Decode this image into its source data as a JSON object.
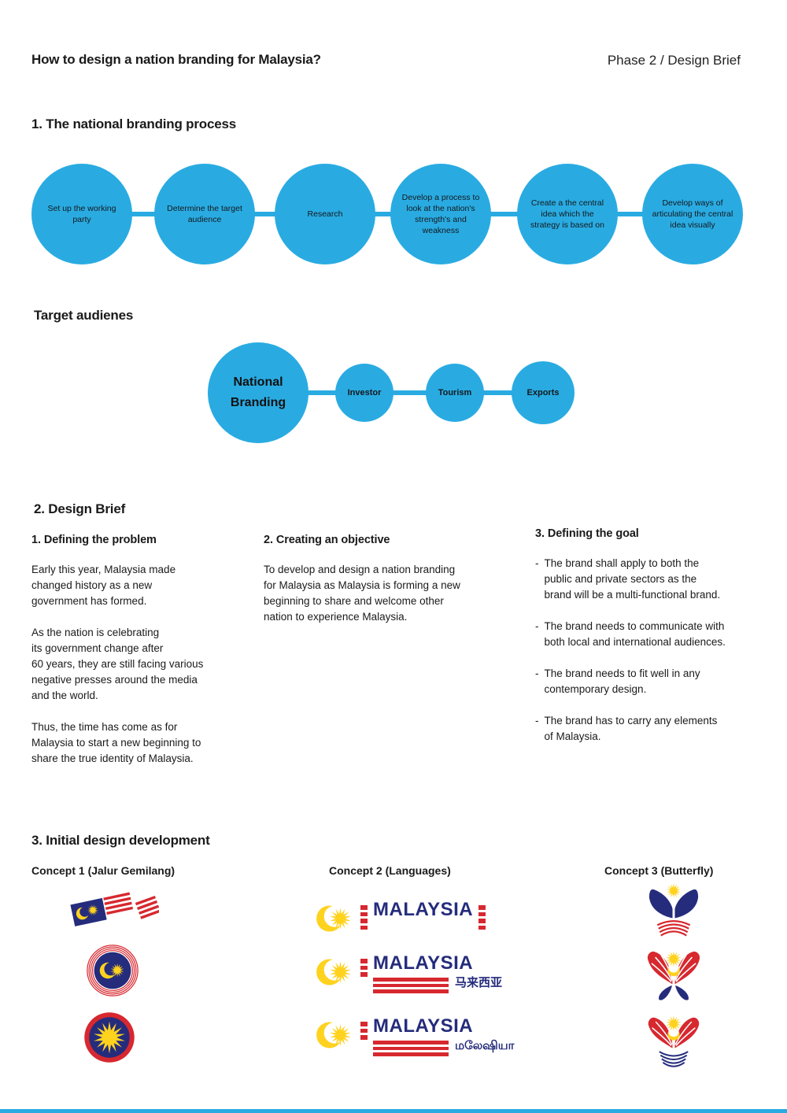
{
  "header": {
    "title": "How to design a nation branding for Malaysia?",
    "phase": "Phase 2 / Design Brief"
  },
  "process": {
    "heading": "1. The national branding process",
    "steps": [
      "Set up the working party",
      "Determine the target audience",
      "Research",
      "Develop a process to look at the nation's strength's and weakness",
      "Create a the central idea which the strategy is based on",
      "Develop ways of articulating the central idea visually"
    ]
  },
  "audience": {
    "heading": "Target audienes",
    "hub": "National Branding",
    "nodes": [
      "Investor",
      "Tourism",
      "Exports"
    ]
  },
  "brief": {
    "heading": "2. Design Brief",
    "dash": "-",
    "columns": [
      {
        "heading": "1. Defining the problem",
        "paragraphs": [
          "Early this year, Malaysia made\nchanged history as a new\ngovernment has formed.",
          "As the nation is celebrating\nits government change after\n60 years, they are still facing various\nnegative presses around the media\nand the world.",
          "Thus, the time has come as for\nMalaysia to start a new beginning to\nshare the true identity of Malaysia."
        ]
      },
      {
        "heading": "2. Creating an objective",
        "paragraphs": [
          "To develop and design a nation branding\nfor Malaysia as Malaysia is forming a new\nbeginning to share and welcome other\nnation to experience Malaysia."
        ]
      },
      {
        "heading": "3. Defining the goal",
        "bullets": [
          "The brand shall apply to both the\npublic and private sectors as the\nbrand will be a multi-functional brand.",
          "The brand needs to communicate with\nboth local and international audiences.",
          "The brand needs to fit well in any\ncontemporary design.",
          "The brand has to carry any elements\nof Malaysia."
        ]
      }
    ]
  },
  "development": {
    "heading": "3. Initial design development",
    "concepts": [
      "Concept 1 (Jalur Gemilang)",
      "Concept 2 (Languages)",
      "Concept 3 (Butterfly)"
    ],
    "wordmark": "MALAYSIA",
    "translations": {
      "chinese": "马来西亚",
      "tamil": "மலேஷியா"
    },
    "logo_icons": [
      "jalur-gemilang-wave-flag",
      "crescent-star-roundel",
      "sunburst-roundel",
      "crescent-sun-mark",
      "butterfly-navy",
      "butterfly-red-wings",
      "butterfly-red-bow"
    ]
  },
  "colors": {
    "accent_blue": "#29ABE2",
    "navy": "#252C7C",
    "red": "#D7282F",
    "yellow": "#FFD21E"
  }
}
